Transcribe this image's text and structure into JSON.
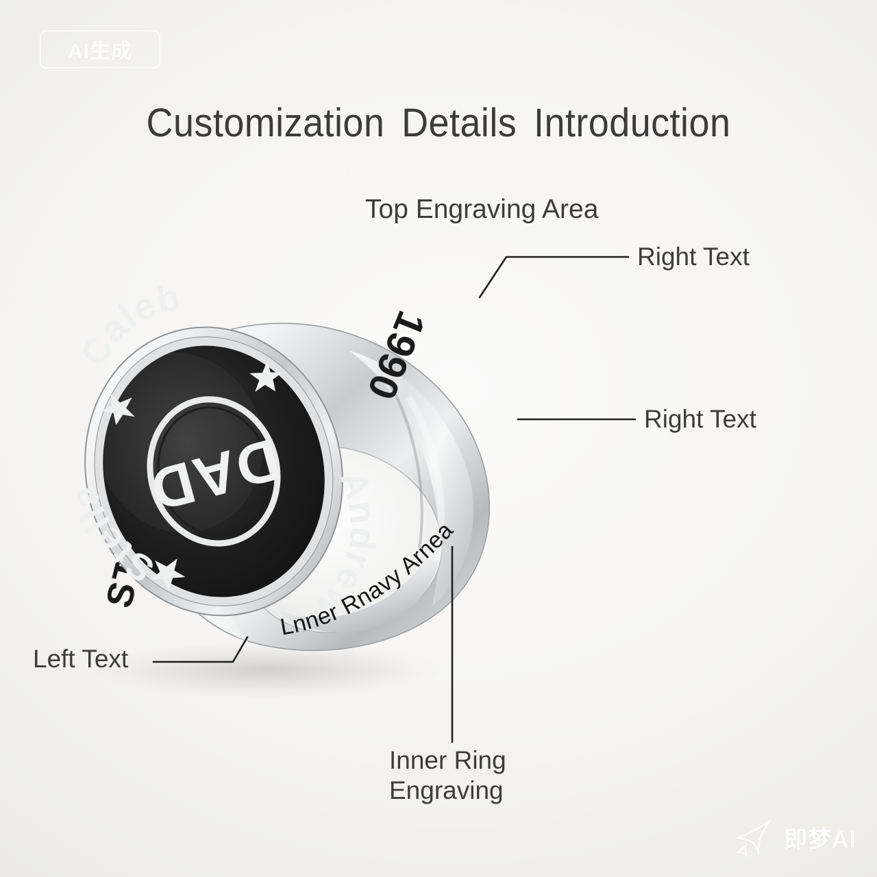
{
  "page": {
    "title": "Customization  Details  Introduction",
    "background_color": "#f3f2f0",
    "text_color": "#3c3c3c"
  },
  "watermarks": {
    "top_left": "AI生成",
    "bottom_right": "即梦AI",
    "star_icon": "sparkle-star-icon"
  },
  "labels": {
    "top_engraving": "Top Engraving Area",
    "right_text_1": "Right Text",
    "right_text_2": "Right Text",
    "left_text": "Left Text",
    "inner_ring": "Inner Ring\nEngraving"
  },
  "ring": {
    "metal_color": "#e8e9ea",
    "face_color": "#1c1c1c",
    "face": {
      "center_word": "DAD",
      "arc_top_left": "Andrew",
      "arc_top_right": "Stella",
      "arc_bottom": "Caleb",
      "star_count": 3,
      "star_icon": "five-point-star-icon"
    },
    "shoulders": {
      "right_engraving": "1990",
      "left_engraving": "ST ."
    },
    "inner_band_engraving": "Lnner Rnavy Arnea"
  }
}
